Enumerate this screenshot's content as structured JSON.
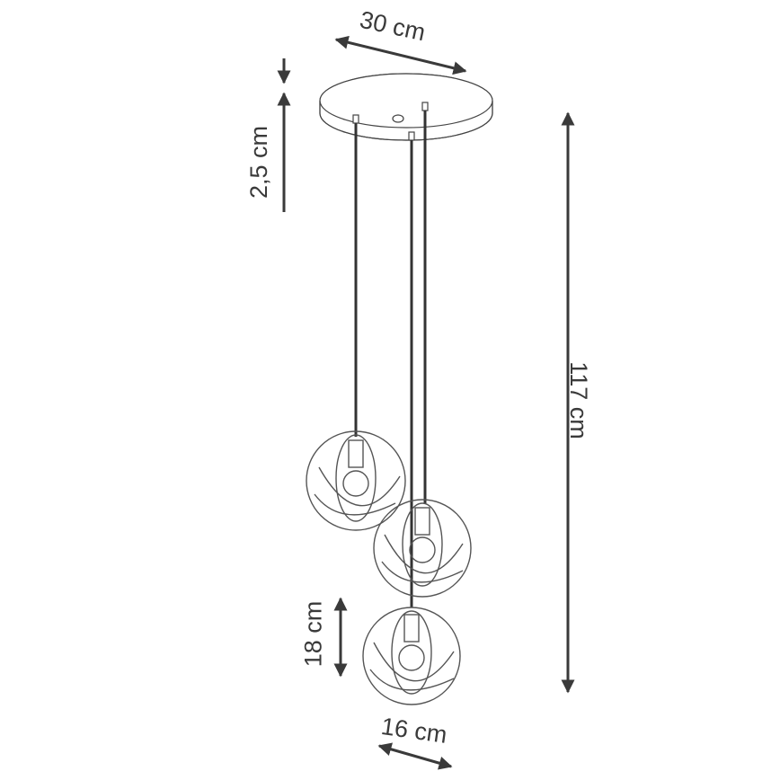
{
  "diagram": {
    "subject": "pendant-lamp-3-globe",
    "line_color": "#3a3a3a",
    "dimensions": {
      "canopy_diameter": "30 cm",
      "canopy_height": "2,5 cm",
      "total_height": "117 cm",
      "shade_height": "18 cm",
      "shade_diameter": "16 cm"
    }
  }
}
